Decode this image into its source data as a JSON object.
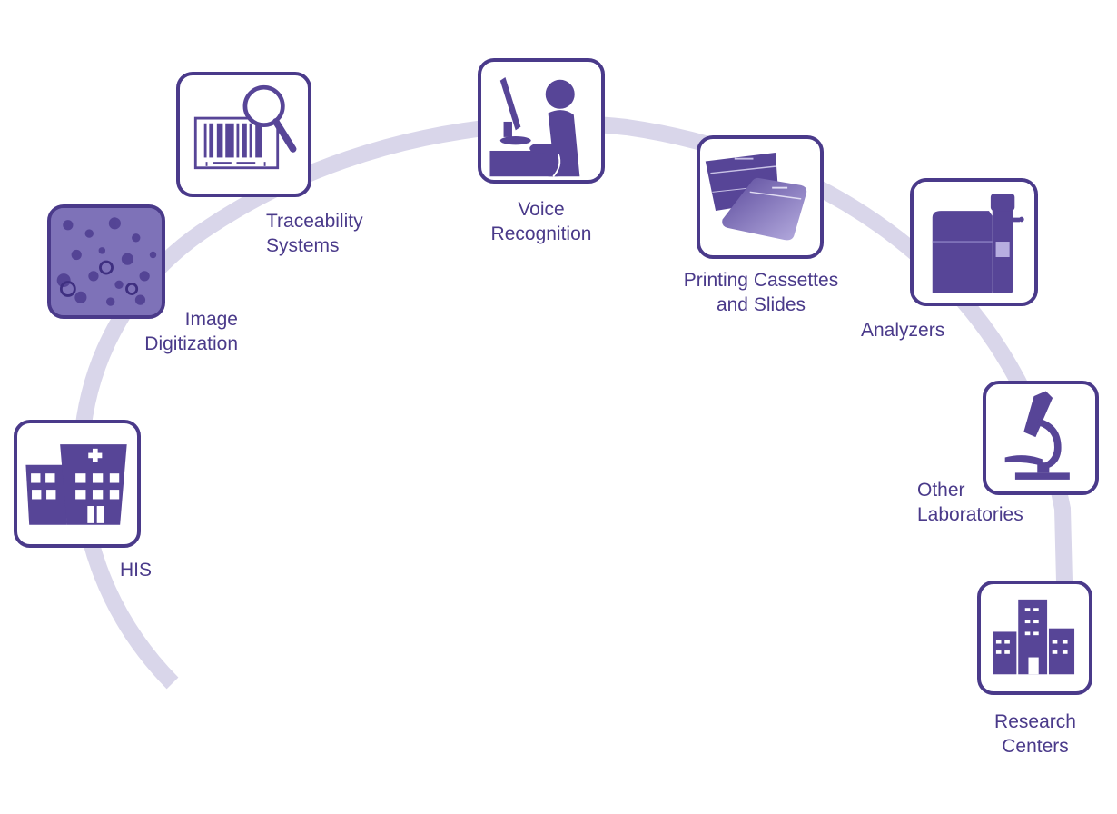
{
  "colors": {
    "primary": "#4a3a8a",
    "icon_fill": "#574597",
    "arc": "#d9d6ea",
    "background": "#ffffff"
  },
  "nodes": [
    {
      "id": "his",
      "icon": "hospital-icon",
      "label_lines": [
        "HIS"
      ]
    },
    {
      "id": "image-digitization",
      "icon": "microscopy-image-icon",
      "label_lines": [
        "Image",
        "Digitization"
      ]
    },
    {
      "id": "traceability",
      "icon": "barcode-magnifier-icon",
      "label_lines": [
        "Traceability",
        "Systems"
      ]
    },
    {
      "id": "voice-recognition",
      "icon": "person-at-computer-icon",
      "label_lines": [
        "Voice",
        "Recognition"
      ]
    },
    {
      "id": "printing",
      "icon": "cassettes-slides-icon",
      "label_lines": [
        "Printing Cassettes",
        "and Slides"
      ]
    },
    {
      "id": "analyzers",
      "icon": "analyzer-icon",
      "label_lines": [
        "Analyzers"
      ]
    },
    {
      "id": "other-labs",
      "icon": "microscope-icon",
      "label_lines": [
        "Other",
        "Laboratories"
      ]
    },
    {
      "id": "research",
      "icon": "research-buildings-icon",
      "label_lines": [
        "Research",
        "Centers"
      ]
    }
  ]
}
